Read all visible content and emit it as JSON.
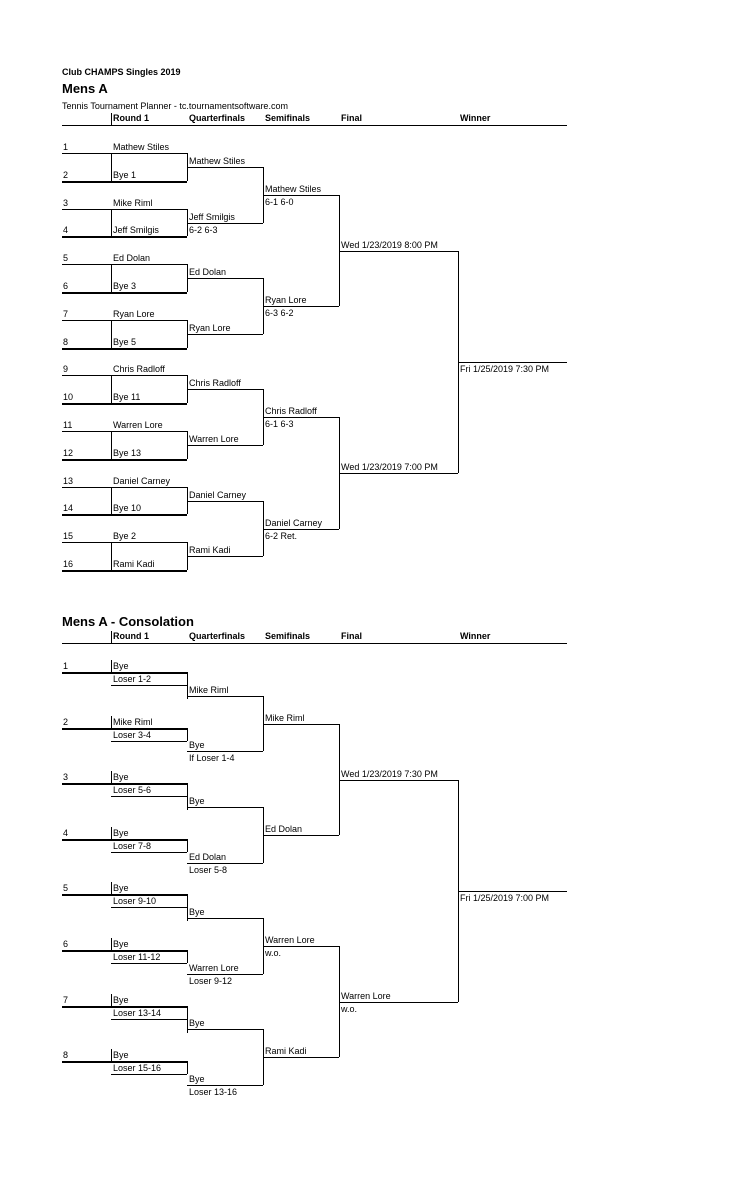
{
  "doc": {
    "title": "Club CHAMPS Singles 2019",
    "subtitle": "Tennis Tournament Planner - tc.tournamentsoftware.com"
  },
  "columns": [
    "Round 1",
    "Quarterfinals",
    "Semifinals",
    "Final",
    "Winner"
  ],
  "main": {
    "title": "Mens A",
    "numbers": [
      "1",
      "2",
      "3",
      "4",
      "5",
      "6",
      "7",
      "8",
      "9",
      "10",
      "11",
      "12",
      "13",
      "14",
      "15",
      "16"
    ],
    "round1": [
      "Mathew Stiles",
      "Bye 1",
      "Mike Riml",
      "Jeff Smilgis",
      "Ed Dolan",
      "Bye 3",
      "Ryan Lore",
      "Bye 5",
      "Chris Radloff",
      "Bye 11",
      "Warren Lore",
      "Bye 13",
      "Daniel Carney",
      "Bye 10",
      "Bye 2",
      "Rami Kadi"
    ],
    "qf": [
      {
        "name": "Mathew Stiles",
        "score": ""
      },
      {
        "name": "Jeff Smilgis",
        "score": "6-2 6-3"
      },
      {
        "name": "Ed Dolan",
        "score": ""
      },
      {
        "name": "Ryan Lore",
        "score": ""
      },
      {
        "name": "Chris Radloff",
        "score": ""
      },
      {
        "name": "Warren Lore",
        "score": ""
      },
      {
        "name": "Daniel Carney",
        "score": ""
      },
      {
        "name": "Rami Kadi",
        "score": ""
      }
    ],
    "sf": [
      {
        "name": "Mathew Stiles",
        "score": "6-1 6-0"
      },
      {
        "name": "Ryan Lore",
        "score": "6-3 6-2"
      },
      {
        "name": "Chris Radloff",
        "score": "6-1 6-3"
      },
      {
        "name": "Daniel Carney",
        "score": "6-2 Ret."
      }
    ],
    "final": [
      "Wed 1/23/2019 8:00 PM",
      "Wed 1/23/2019 7:00 PM"
    ],
    "winner": "Fri 1/25/2019 7:30 PM"
  },
  "consolation": {
    "title": "Mens A - Consolation",
    "numbers": [
      "1",
      "2",
      "3",
      "4",
      "5",
      "6",
      "7",
      "8"
    ],
    "round1": [
      {
        "top": "Bye",
        "bottom": "Loser  1-2"
      },
      {
        "top": "Mike Riml",
        "bottom": "Loser  3-4"
      },
      {
        "top": "Bye",
        "bottom": "Loser  5-6"
      },
      {
        "top": "Bye",
        "bottom": "Loser  7-8"
      },
      {
        "top": "Bye",
        "bottom": "Loser  9-10"
      },
      {
        "top": "Bye",
        "bottom": "Loser  11-12"
      },
      {
        "top": "Bye",
        "bottom": "Loser  13-14"
      },
      {
        "top": "Bye",
        "bottom": "Loser  15-16"
      }
    ],
    "qf": [
      {
        "name": "Mike Riml",
        "score": ""
      },
      {
        "name": "Bye",
        "score": "If Loser  1-4"
      },
      {
        "name": "Bye",
        "score": ""
      },
      {
        "name": "Ed Dolan",
        "score": "Loser  5-8"
      },
      {
        "name": "Bye",
        "score": ""
      },
      {
        "name": "Warren Lore",
        "score": "Loser  9-12"
      },
      {
        "name": "Bye",
        "score": ""
      },
      {
        "name": "Bye",
        "score": "Loser  13-16"
      }
    ],
    "sf": [
      {
        "name": "Mike Riml",
        "score": ""
      },
      {
        "name": "Ed Dolan",
        "score": ""
      },
      {
        "name": "Warren Lore",
        "score": "w.o."
      },
      {
        "name": "Rami Kadi",
        "score": ""
      }
    ],
    "final": [
      {
        "name": "Wed 1/23/2019 7:30 PM",
        "score": ""
      },
      {
        "name": "Warren Lore",
        "score": "w.o."
      }
    ],
    "winner": "Fri 1/25/2019 7:00 PM"
  }
}
